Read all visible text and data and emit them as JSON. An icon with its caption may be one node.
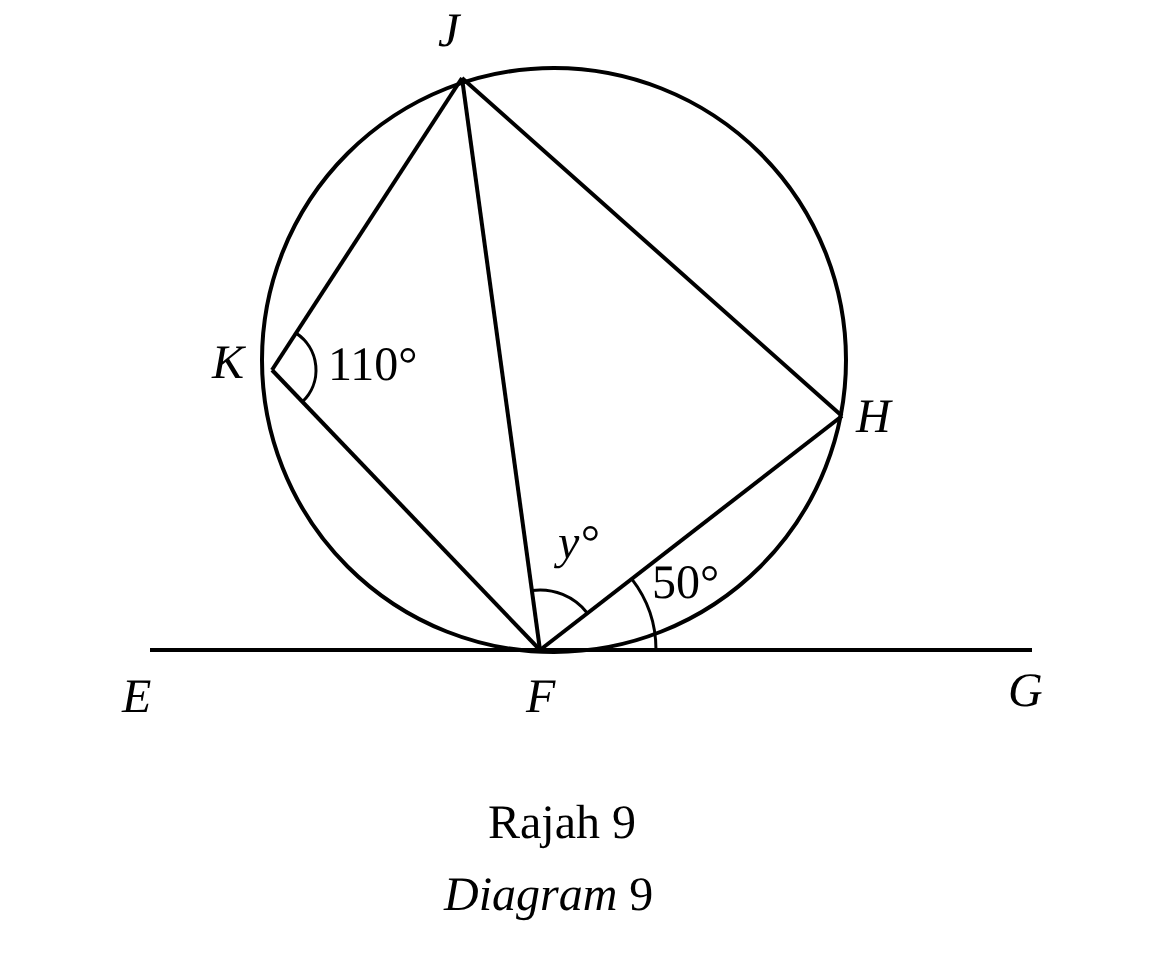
{
  "diagram": {
    "caption": "Rajah 9",
    "labels": [
      "J",
      "K",
      "110°",
      "H",
      "y°",
      "50°",
      "E",
      "F",
      "G",
      "*Diagram* 9"
    ]
  }
}
